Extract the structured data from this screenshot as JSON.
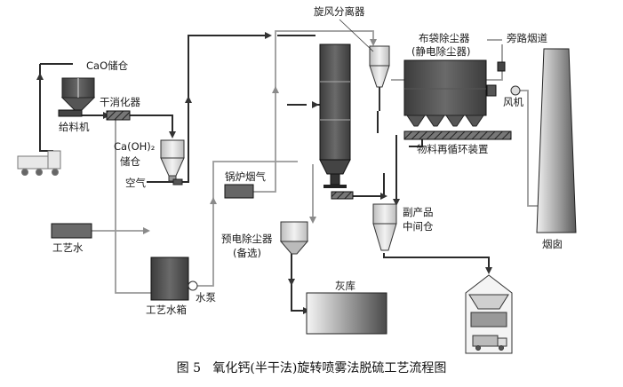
{
  "labels": {
    "cao_silo": "CaO储仓",
    "feeder": "给料机",
    "slaker": "干消化器",
    "caoh2_silo_1": "Ca(OH)₂",
    "caoh2_silo_2": "储仓",
    "air": "空气",
    "cyclone": "旋风分离器",
    "baghouse_1": "布袋除尘器",
    "baghouse_2": "(静电除尘器)",
    "bypass_flue": "旁路烟道",
    "fan": "风机",
    "recirculation": "物料再循环装置",
    "boiler_flue_gas": "锅炉烟气",
    "byproduct_1": "副产品",
    "byproduct_2": "中间仓",
    "chimney": "烟囱",
    "process_water": "工艺水",
    "pre_dust_1": "预电除尘器",
    "pre_dust_2": "(备选)",
    "ash_storage": "灰库",
    "water_tank": "工艺水箱",
    "water_pump": "水泵"
  },
  "caption": {
    "figure_no": "图 5",
    "title": "氧化钙(半干法)旋转喷雾法脱硫工艺流程图"
  }
}
